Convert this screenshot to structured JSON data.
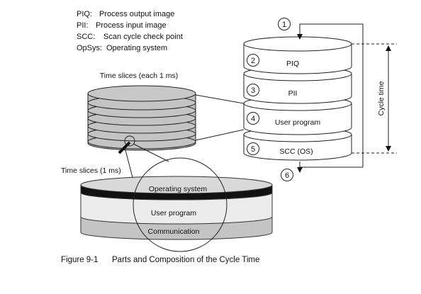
{
  "legend": [
    {
      "abbr": "PIQ:",
      "desc": "Process output image"
    },
    {
      "abbr": "PII:",
      "desc": "Process input image"
    },
    {
      "abbr": "SCC:",
      "desc": "Scan cycle check point"
    },
    {
      "abbr": "OpSys:",
      "desc": "Operating system"
    }
  ],
  "left_stack": {
    "label": "Time slices (each 1 ms)"
  },
  "big_disc": {
    "label": "Time slices (1 ms)",
    "layers": [
      "Operating system",
      "User program",
      "Communication"
    ]
  },
  "cycle_stack": {
    "start_number": "1",
    "end_number": "6",
    "layers": [
      {
        "number": "2",
        "label": "PIQ"
      },
      {
        "number": "3",
        "label": "PII"
      },
      {
        "number": "4",
        "label": "User program"
      },
      {
        "number": "5",
        "label": "SCC (OS)"
      }
    ],
    "dimension_label": "Cycle time"
  },
  "caption": {
    "number": "Figure 9-1",
    "title": "Parts and Composition of the Cycle Time"
  }
}
